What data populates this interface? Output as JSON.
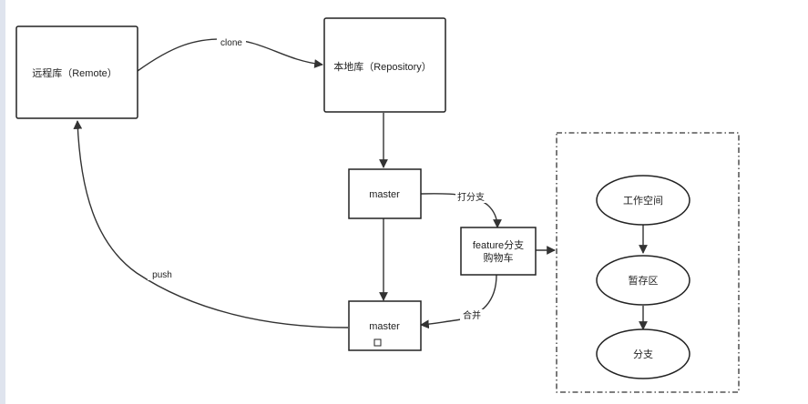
{
  "nodes": {
    "remote": "远程库（Remote）",
    "local": "本地库（Repository）",
    "master_top": "master",
    "feature_line1": "feature分支",
    "feature_line2": "购物车",
    "master_bottom": "master",
    "workspace": "工作空间",
    "staging": "暂存区",
    "branch": "分支"
  },
  "edges": {
    "clone": "clone",
    "branch_out": "打分支",
    "merge": "合并",
    "push": "push"
  }
}
